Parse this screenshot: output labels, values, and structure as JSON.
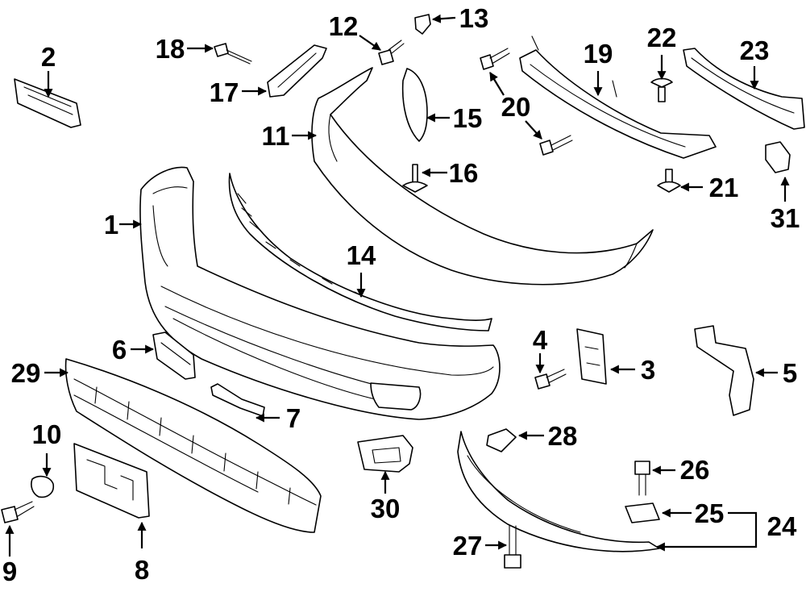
{
  "callouts": [
    "1",
    "2",
    "3",
    "4",
    "5",
    "6",
    "7",
    "8",
    "9",
    "10",
    "11",
    "12",
    "13",
    "14",
    "15",
    "16",
    "17",
    "18",
    "19",
    "20",
    "21",
    "22",
    "23",
    "24",
    "25",
    "26",
    "27",
    "28",
    "29",
    "30",
    "31",
    "20"
  ]
}
